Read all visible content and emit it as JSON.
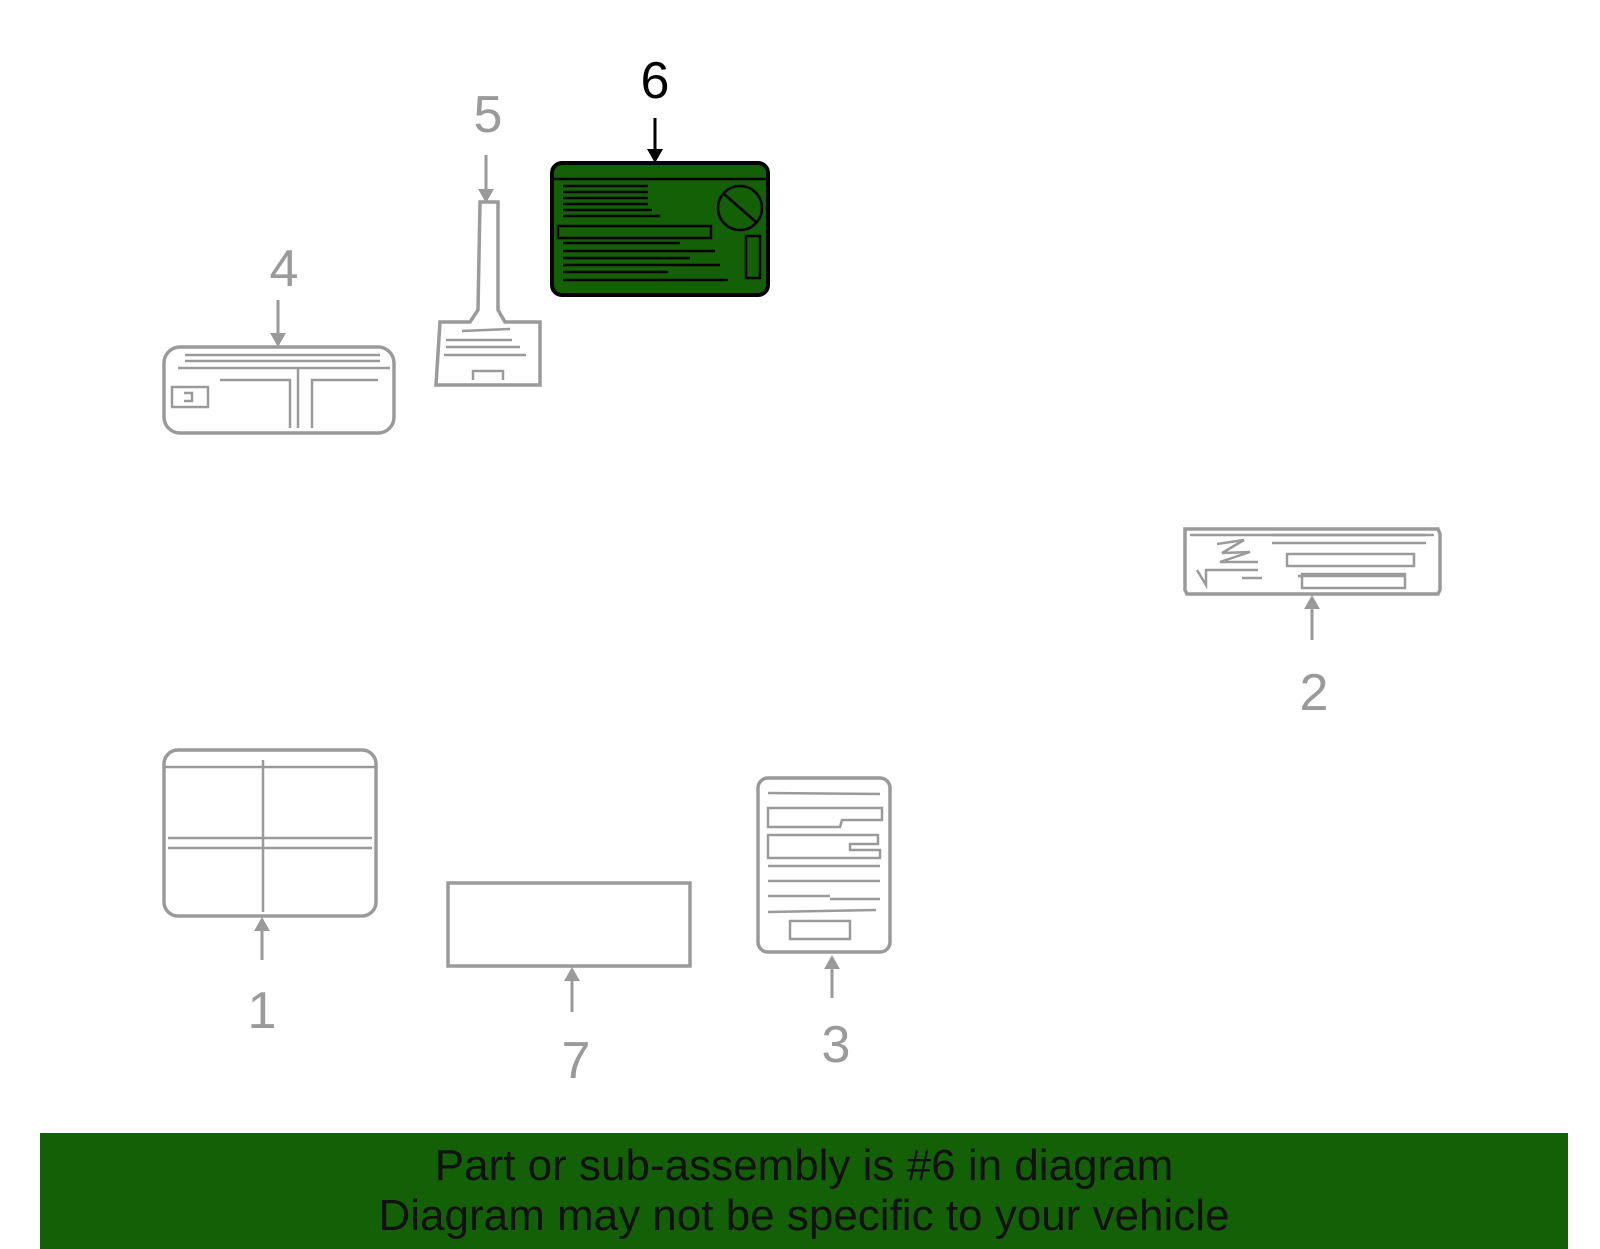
{
  "colors": {
    "highlight": "#146006",
    "highlight_stroke": "#000000",
    "part_stroke": "#9a9a9a",
    "banner": "#146006",
    "banner_text": "#111111"
  },
  "callouts": {
    "c1": "1",
    "c2": "2",
    "c3": "3",
    "c4": "4",
    "c5": "5",
    "c6": "6",
    "c7": "7"
  },
  "highlighted_part": "6",
  "banner": {
    "line1": "Part or sub-assembly is #6 in diagram",
    "line2": "Diagram may not be specific to your vehicle"
  }
}
